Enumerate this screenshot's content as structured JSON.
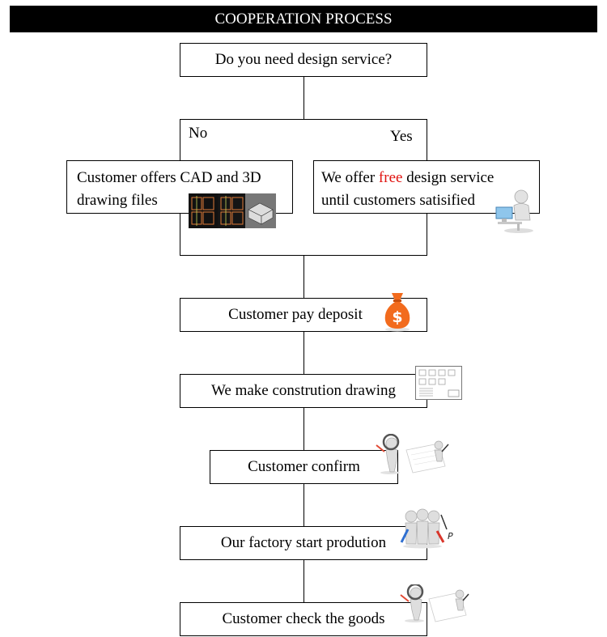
{
  "title": "COOPERATION PROCESS",
  "question": "Do you need design service?",
  "branch": {
    "no": "No",
    "yes": "Yes"
  },
  "no_box": {
    "line1": "Customer offers CAD and 3D",
    "line2": "drawing files"
  },
  "yes_box": {
    "line1_before": "We offer ",
    "line1_highlight": "free",
    "line1_after": " design service",
    "line2": "until customers satisified"
  },
  "steps": {
    "deposit": "Customer pay deposit",
    "drawing": "We make constrution drawing",
    "confirm": "Customer confirm",
    "production": "Our factory start prodution",
    "check": "Customer check the goods"
  },
  "colors": {
    "title_bg": "#000000",
    "title_text": "#ffffff",
    "highlight": "#e0120f",
    "money_bag": "#f26b1d"
  },
  "icons": {
    "cad": "cad-drawings-icon",
    "designer": "designer-computer-icon",
    "money": "money-bag-icon",
    "plan": "construction-plan-icon",
    "inspect": "inspector-magnifier-icon",
    "team": "team-tools-icon"
  }
}
